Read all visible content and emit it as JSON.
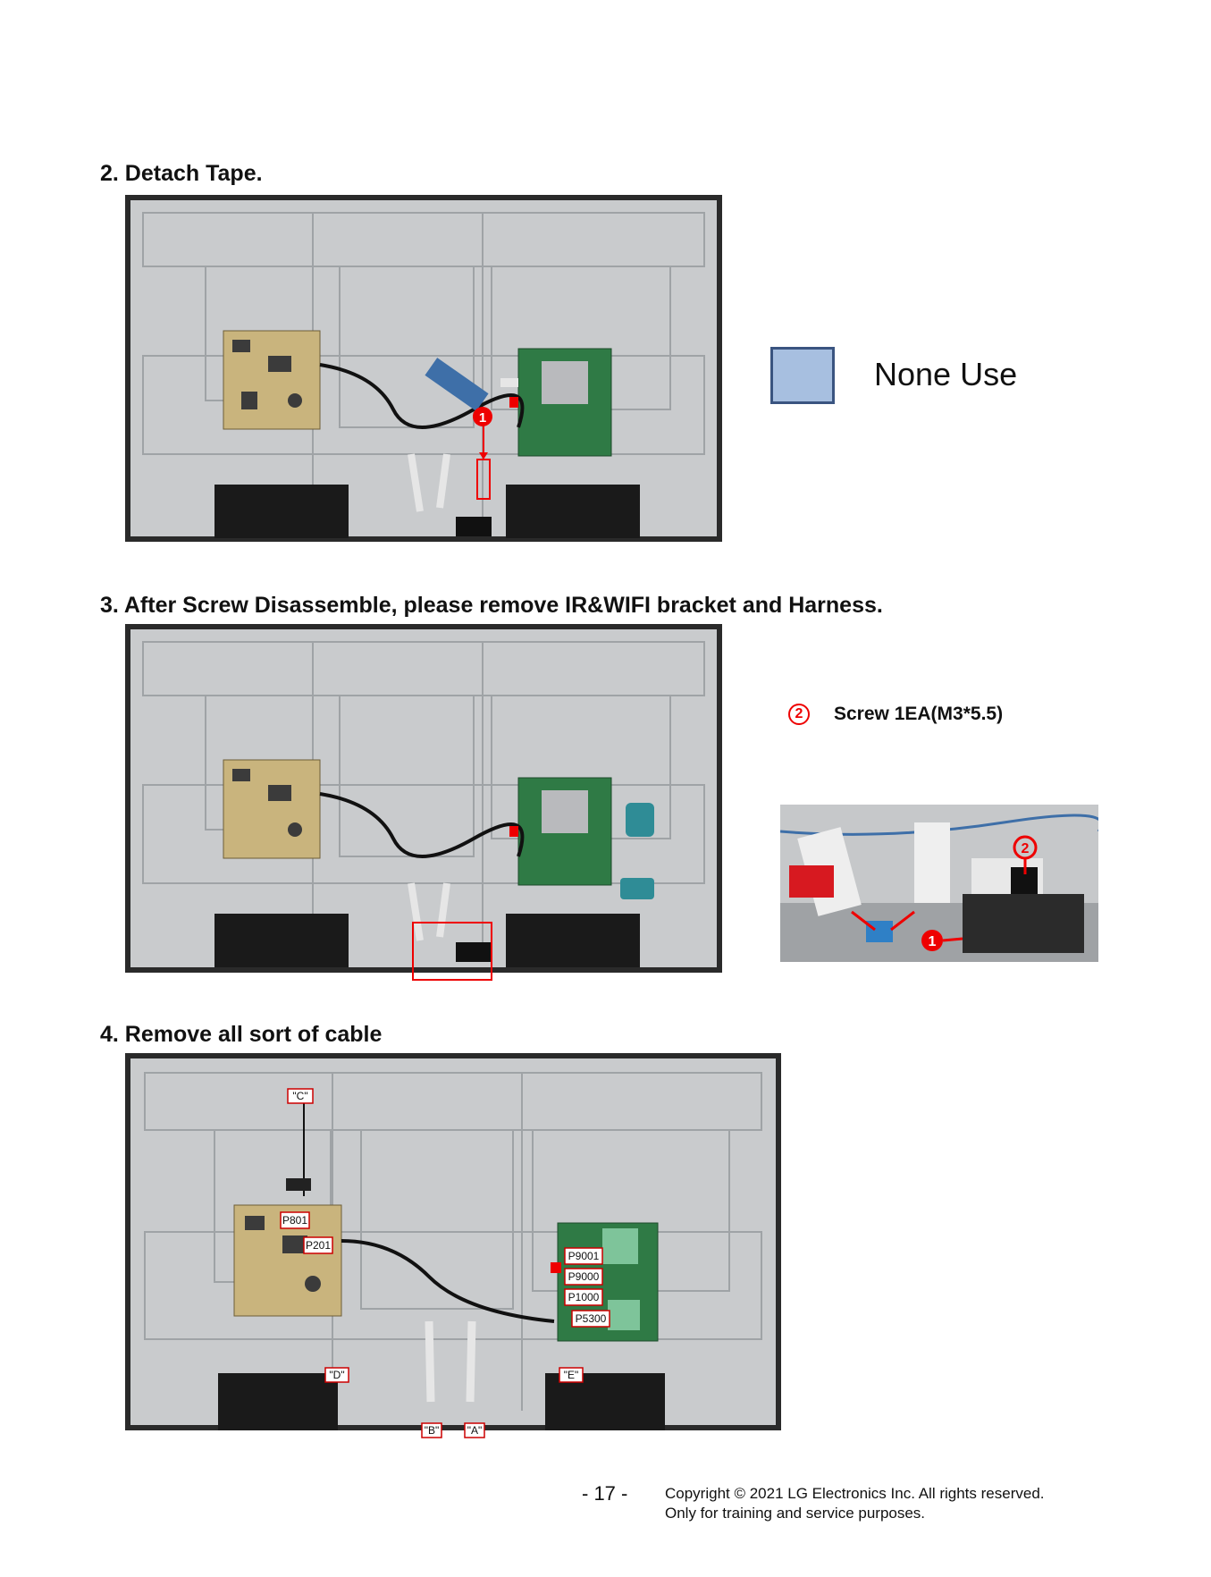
{
  "steps": [
    {
      "heading": "2. Detach Tape."
    },
    {
      "heading": "3. After Screw Disassemble, please remove IR&WIFI bracket and Harness."
    },
    {
      "heading": "4. Remove all sort of cable"
    }
  ],
  "step2": {
    "legend_label": "None Use",
    "callout_number": "1",
    "legend_color": "#a7bfe0"
  },
  "step3": {
    "screw_number": "2",
    "screw_label": "Screw 1EA(M3*5.5)",
    "detail_callouts": [
      "1",
      "2"
    ]
  },
  "step4": {
    "labels": [
      "\"C\"",
      "P801",
      "P201",
      "P9001",
      "P9000",
      "P1000",
      "P5300",
      "\"D\"",
      "\"E\"",
      "\"B\"",
      "\"A\""
    ]
  },
  "footer": {
    "page_number": "- 17 -",
    "copyright_line1": "Copyright © 2021 LG Electronics Inc. All rights reserved.",
    "copyright_line2": "Only for training and service purposes."
  },
  "colors": {
    "callout_red": "#e00000",
    "tape_blue": "#3e6fa8",
    "board_green": "#2f7a45",
    "teal_marker": "#2f8c96"
  }
}
